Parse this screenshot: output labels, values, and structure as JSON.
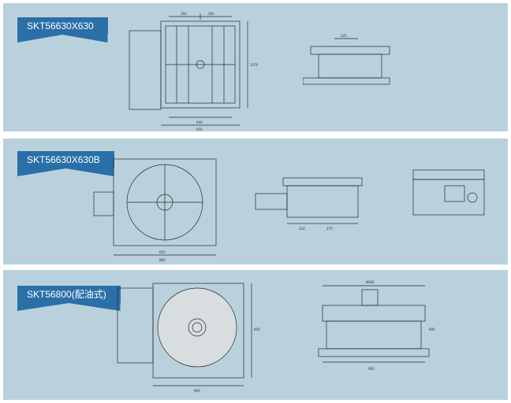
{
  "models": [
    {
      "title": "SKT56630X630"
    },
    {
      "title": "SKT56630X630B"
    },
    {
      "title": "SKT56800(配油式)"
    }
  ],
  "dims": {
    "d1_top_a": "260",
    "d1_top_b": "260",
    "d1_side_a": "1070",
    "d1_bottom": "650",
    "d1_bottom_b": "640",
    "d1_side_view": "225",
    "d2_bottom": "650",
    "d2_total": "880",
    "d2_side": "220",
    "d2_mid": "270",
    "d3_top": "Φ800",
    "d3_bottom": "900",
    "d3_left": "800",
    "d3_right": "680",
    "d3_side_bottom": "900"
  }
}
